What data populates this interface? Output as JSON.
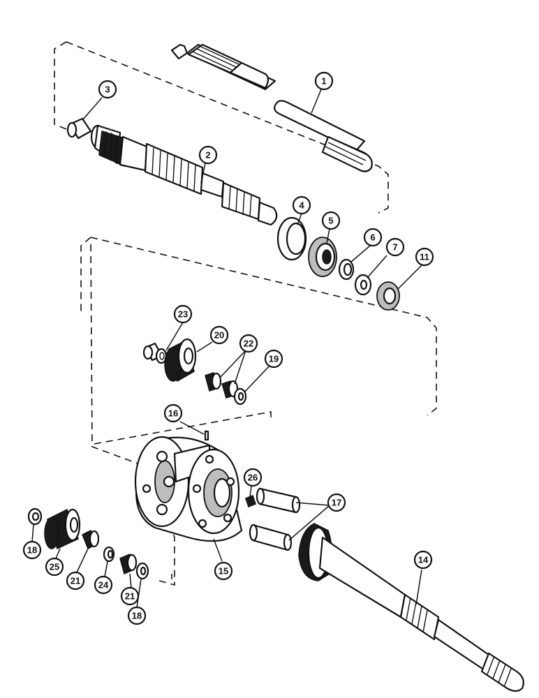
{
  "callouts": [
    {
      "id": "c1",
      "label": "1"
    },
    {
      "id": "c2",
      "label": "2"
    },
    {
      "id": "c3",
      "label": "3"
    },
    {
      "id": "c4",
      "label": "4"
    },
    {
      "id": "c5",
      "label": "5"
    },
    {
      "id": "c6",
      "label": "6"
    },
    {
      "id": "c7",
      "label": "7"
    },
    {
      "id": "c11",
      "label": "11"
    },
    {
      "id": "c23",
      "label": "23"
    },
    {
      "id": "c20",
      "label": "20"
    },
    {
      "id": "c22",
      "label": "22"
    },
    {
      "id": "c19",
      "label": "19"
    },
    {
      "id": "c16",
      "label": "16"
    },
    {
      "id": "c26",
      "label": "26"
    },
    {
      "id": "c17",
      "label": "17"
    },
    {
      "id": "c14",
      "label": "14"
    },
    {
      "id": "c15",
      "label": "15"
    },
    {
      "id": "c18a",
      "label": "18"
    },
    {
      "id": "c25",
      "label": "25"
    },
    {
      "id": "c21a",
      "label": "21"
    },
    {
      "id": "c24",
      "label": "24"
    },
    {
      "id": "c21b",
      "label": "21"
    },
    {
      "id": "c18b",
      "label": "18"
    }
  ]
}
